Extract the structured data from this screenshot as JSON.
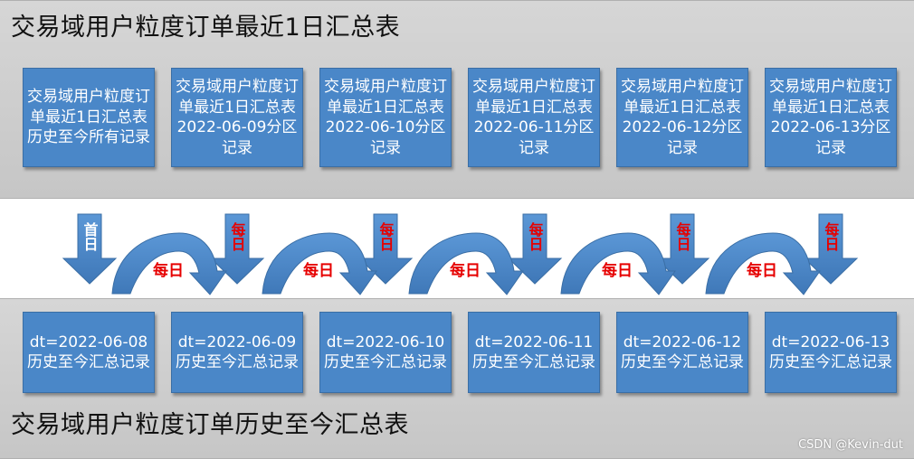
{
  "top_band": {
    "title": "交易域用户粒度订单最近1日汇总表",
    "boxes": [
      "交易域用户粒度订单最近1日汇总表历史至今所有记录",
      "交易域用户粒度订单最近1日汇总表2022-06-09分区记录",
      "交易域用户粒度订单最近1日汇总表2022-06-10分区记录",
      "交易域用户粒度订单最近1日汇总表2022-06-11分区记录",
      "交易域用户粒度订单最近1日汇总表2022-06-12分区记录",
      "交易域用户粒度订单最近1日汇总表2022-06-13分区记录"
    ]
  },
  "bottom_band": {
    "title": "交易域用户粒度订单历史至今汇总表",
    "boxes": [
      "dt=2022-06-08历史至今汇总记录",
      "dt=2022-06-09历史至今汇总记录",
      "dt=2022-06-10历史至今汇总记录",
      "dt=2022-06-11历史至今汇总记录",
      "dt=2022-06-12历史至今汇总记录",
      "dt=2022-06-13历史至今汇总记录"
    ]
  },
  "arrows": {
    "down_labels": [
      "首日",
      "每日",
      "每日",
      "每日",
      "每日",
      "每日"
    ],
    "curve_labels": [
      "每日",
      "每日",
      "每日",
      "每日",
      "每日"
    ]
  },
  "watermark": "CSDN @Kevin-dut",
  "colors": {
    "box_fill": "#4a87c8",
    "arrow_fill": "#4a87c8",
    "label_red": "#e60000",
    "label_white": "#ffffff",
    "band_fill": "#cfcfcf"
  }
}
